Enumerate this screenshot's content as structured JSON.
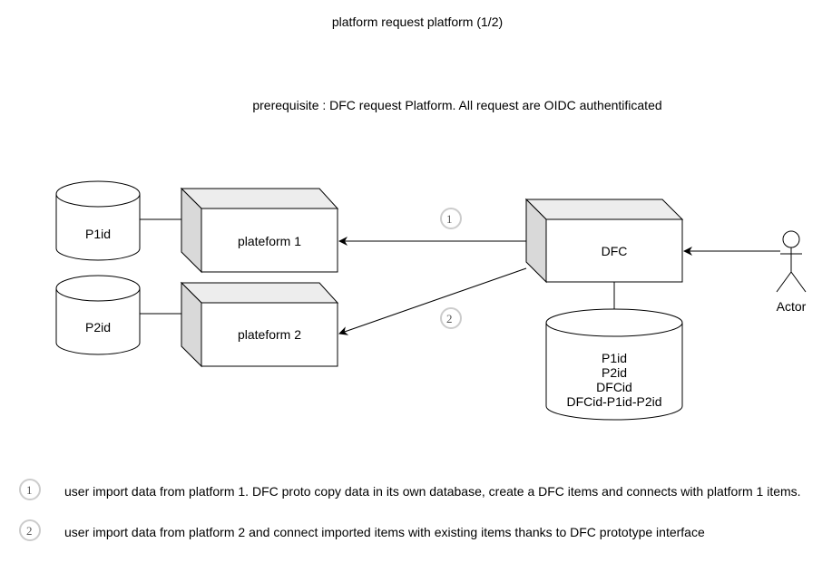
{
  "title": "platform request platform (1/2)",
  "prerequisite": "prerequisite : DFC request Platform. All request are OIDC authentificated",
  "nodes": {
    "db_p1": "P1id",
    "db_p2": "P2id",
    "platform1": "plateform 1",
    "platform2": "plateform 2",
    "dfc": "DFC",
    "actor": "Actor",
    "dfc_db_lines": [
      "P1id",
      "P2id",
      "DFCid",
      "DFCid-P1id-P2id"
    ]
  },
  "step_markers": [
    "1",
    "2"
  ],
  "legend": [
    {
      "num": "1",
      "text": "user import data from platform 1. DFC proto copy data in its own database, create a DFC items and connects with platform 1 items."
    },
    {
      "num": "2",
      "text": "user import data from platform 2 and connect imported items with existing items thanks to DFC prototype interface"
    }
  ]
}
